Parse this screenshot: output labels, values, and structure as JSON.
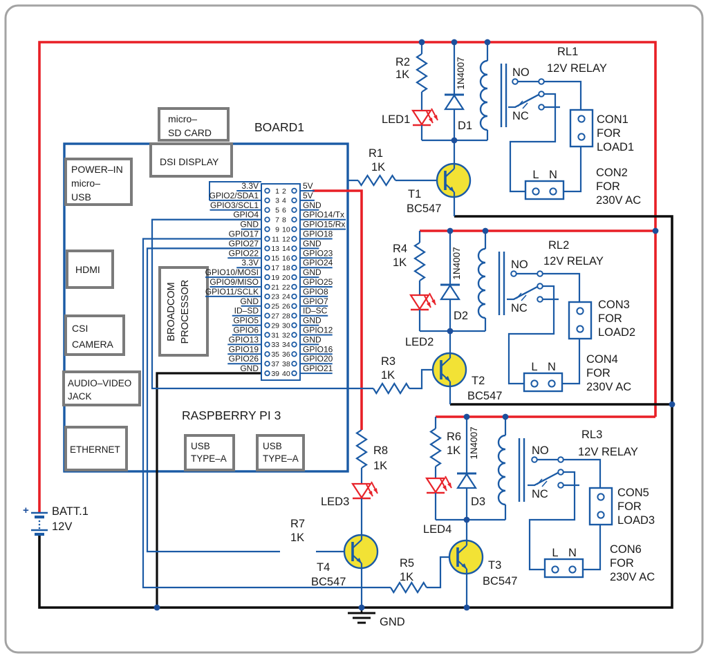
{
  "board": {
    "title": "BOARD1",
    "name": "RASPBERRY PI 3",
    "processor_lines": [
      "BROADCOM",
      "PROCESSOR"
    ],
    "peripherals": {
      "sd": [
        "micro–",
        "SD CARD"
      ],
      "dsi": [
        "DSI DISPLAY"
      ],
      "power": [
        "POWER–IN",
        "micro–",
        "USB"
      ],
      "hdmi": [
        "HDMI"
      ],
      "csi": [
        "CSI",
        "CAMERA"
      ],
      "av": [
        "AUDIO–VIDEO",
        "JACK"
      ],
      "eth": [
        "ETHERNET"
      ],
      "usb1": [
        "USB",
        "TYPE–A"
      ],
      "usb2": [
        "USB",
        "TYPE–A"
      ]
    }
  },
  "gpio": {
    "left": [
      "3.3V",
      "GPIO2/SDA1",
      "GPIO3/SCL1",
      "GPIO4",
      "GND",
      "GPIO17",
      "GPIO27",
      "GPIO22",
      "3.3V",
      "GPIO10/MOSI",
      "GPIO9/MISO",
      "GPIO11/SCLK",
      "GND",
      "ID–SD",
      "GPIO5",
      "GPIO6",
      "GPIO13",
      "GPIO19",
      "GPIO26",
      "GND"
    ],
    "right": [
      "5V",
      "5V",
      "GND",
      "GPIO14/Tx",
      "GPIO15/Rx",
      "GPIO18",
      "GND",
      "GPIO23",
      "GPIO24",
      "GND",
      "GPIO25",
      "GPIO8",
      "GPIO7",
      "ID–SC",
      "GND",
      "GPIO12",
      "GND",
      "GPIO16",
      "GPIO20",
      "GPIO21"
    ],
    "pin_rows": [
      [
        1,
        2
      ],
      [
        3,
        4
      ],
      [
        5,
        6
      ],
      [
        7,
        8
      ],
      [
        9,
        10
      ],
      [
        11,
        12
      ],
      [
        13,
        14
      ],
      [
        15,
        16
      ],
      [
        17,
        18
      ],
      [
        19,
        20
      ],
      [
        21,
        22
      ],
      [
        23,
        24
      ],
      [
        25,
        26
      ],
      [
        27,
        28
      ],
      [
        29,
        30
      ],
      [
        31,
        32
      ],
      [
        33,
        34
      ],
      [
        35,
        36
      ],
      [
        37,
        38
      ],
      [
        39,
        40
      ]
    ]
  },
  "relays": [
    {
      "ref": "RL1",
      "type": "12V RELAY",
      "no": "NO",
      "nc": "NC",
      "l": "L",
      "n": "N",
      "series_resistor": {
        "ref": "R2",
        "value": "1K"
      },
      "diode": {
        "ref": "D1",
        "part": "1N4007"
      },
      "led": "LED1",
      "driver": {
        "ref": "T1",
        "part": "BC547"
      },
      "base_resistor": {
        "ref": "R1",
        "value": "1K"
      },
      "load_con": {
        "lines": [
          "CON1",
          "FOR",
          "LOAD1"
        ]
      },
      "mains_con": {
        "lines": [
          "CON2",
          "FOR",
          "230V AC"
        ]
      }
    },
    {
      "ref": "RL2",
      "type": "12V RELAY",
      "no": "NO",
      "nc": "NC",
      "l": "L",
      "n": "N",
      "series_resistor": {
        "ref": "R4",
        "value": "1K"
      },
      "diode": {
        "ref": "D2",
        "part": "1N4007"
      },
      "led": "LED2",
      "driver": {
        "ref": "T2",
        "part": "BC547"
      },
      "base_resistor": {
        "ref": "R3",
        "value": "1K"
      },
      "load_con": {
        "lines": [
          "CON3",
          "FOR",
          "LOAD2"
        ]
      },
      "mains_con": {
        "lines": [
          "CON4",
          "FOR",
          "230V AC"
        ]
      }
    },
    {
      "ref": "RL3",
      "type": "12V RELAY",
      "no": "NO",
      "nc": "NC",
      "l": "L",
      "n": "N",
      "series_resistor": {
        "ref": "R6",
        "value": "1K"
      },
      "diode": {
        "ref": "D3",
        "part": "1N4007"
      },
      "led": "LED4",
      "driver": {
        "ref": "T3",
        "part": "BC547"
      },
      "base_resistor": {
        "ref": "R5",
        "value": "1K"
      },
      "load_con": {
        "lines": [
          "CON5",
          "FOR",
          "LOAD3"
        ]
      },
      "mains_con": {
        "lines": [
          "CON6",
          "FOR",
          "230V AC"
        ]
      }
    }
  ],
  "indicator": {
    "series_resistor": {
      "ref": "R8",
      "value": "1K"
    },
    "led": "LED3",
    "driver": {
      "ref": "T4",
      "part": "BC547"
    },
    "base_resistor": {
      "ref": "R7",
      "value": "1K"
    }
  },
  "battery": {
    "ref": "BATT.1",
    "voltage": "12V",
    "plus": "+"
  },
  "ground_label": "GND",
  "colors": {
    "wire_blue": "#1a5aa5",
    "power_red": "#e81f26",
    "ground_black": "#0d0d0d",
    "transistor_fill": "#f2e235",
    "box_grey": "#7b7b7b",
    "junction": "#1c4f9c",
    "led_red": "#e8232a",
    "text": "#1a1a1a",
    "border_grey": "#a3a3a3"
  }
}
